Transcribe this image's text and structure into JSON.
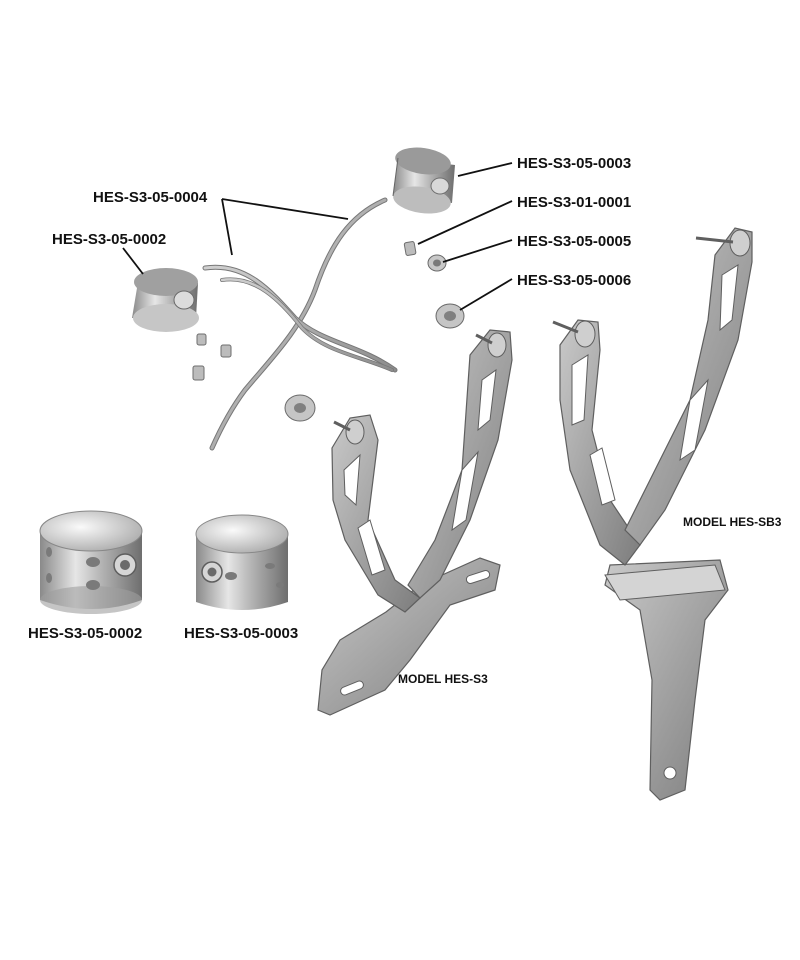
{
  "labels": {
    "part_0003_top": "HES-S3-05-0003",
    "part_0001": "HES-S3-01-0001",
    "part_0005": "HES-S3-05-0005",
    "part_0006": "HES-S3-05-0006",
    "part_0004": "HES-S3-05-0004",
    "part_0002_top": "HES-S3-05-0002",
    "part_0002_bottom": "HES-S3-05-0002",
    "part_0003_bottom": "HES-S3-05-0003",
    "model_s3": "MODEL HES-S3",
    "model_sb3": "MODEL HES-SB3"
  }
}
